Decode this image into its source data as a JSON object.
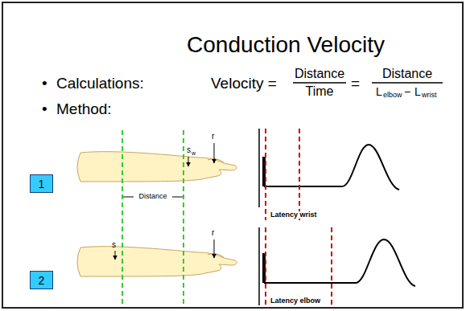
{
  "diagram": {
    "title": "Conduction Velocity",
    "nodes": [
      {
        "text": [
          "1"
        ]
      },
      {
        "text": [
          "2"
        ]
      }
    ],
    "labels": [
      "•",
      "Calculations:",
      "Velocity =",
      "Distance",
      "Time",
      "=",
      "Distance",
      "L",
      "elbow",
      "−",
      "L",
      "wrist",
      "•",
      "Method:",
      "Distance",
      "r",
      "s",
      "w",
      "Latency wrist",
      "s",
      "r",
      "Latency elbow"
    ]
  }
}
